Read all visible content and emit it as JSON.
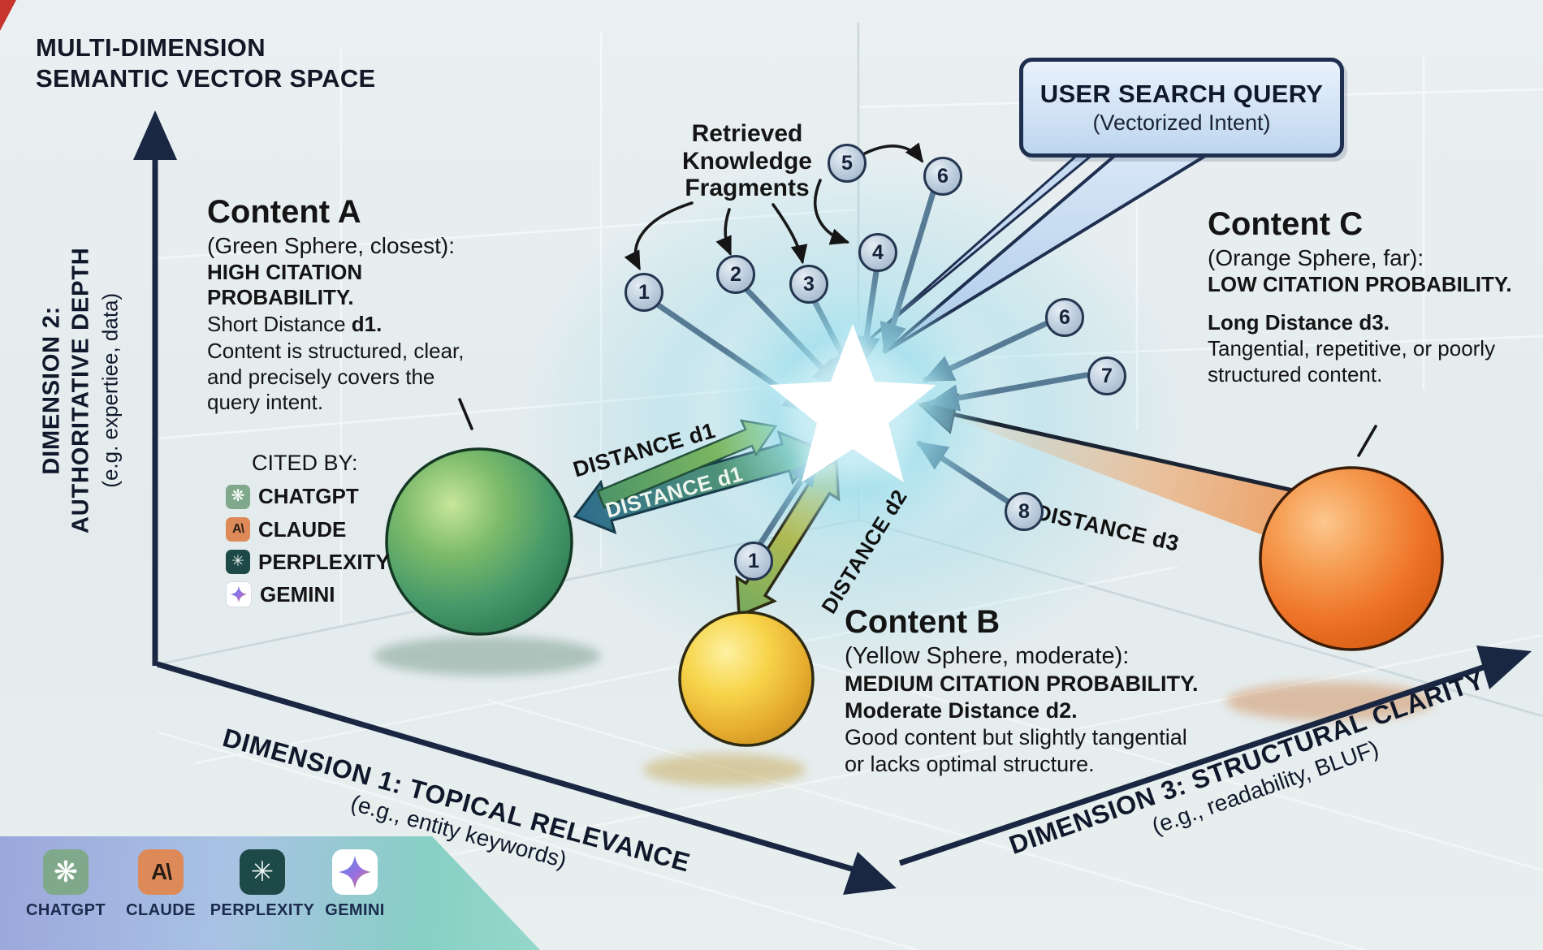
{
  "page": {
    "title_line1": "MULTI-DIMENSION",
    "title_line2": "SEMANTIC VECTOR SPACE"
  },
  "query_callout": {
    "title": "USER SEARCH QUERY",
    "subtitle": "(Vectorized Intent)"
  },
  "fragments": {
    "heading_line1": "Retrieved",
    "heading_line2": "Knowledge",
    "heading_line3": "Fragments",
    "circles": [
      "1",
      "2",
      "3",
      "4",
      "5",
      "6",
      "6",
      "7",
      "8",
      "1"
    ]
  },
  "content_a": {
    "title": "Content A",
    "subtitle": "(Green Sphere, closest):",
    "citation": "HIGH CITATION PROBABILITY.",
    "distance_prefix": "Short Distance ",
    "distance_value": "d1.",
    "body": "Content is structured, clear, and precisely covers the query intent."
  },
  "content_b": {
    "title": "Content B",
    "subtitle": "(Yellow Sphere, moderate):",
    "citation": "MEDIUM CITATION PROBABILITY.",
    "distance": "Moderate Distance d2.",
    "body": "Good content but slightly tangential or lacks optimal structure."
  },
  "content_c": {
    "title": "Content C",
    "subtitle": "(Orange Sphere, far):",
    "citation": "LOW CITATION PROBABILITY.",
    "distance": "Long Distance d3.",
    "body": "Tangential, repetitive, or poorly structured content."
  },
  "cited_by": {
    "heading": "CITED BY:",
    "items": [
      {
        "name": "CHATGPT",
        "glyph": "❋"
      },
      {
        "name": "CLAUDE",
        "glyph": "A\\"
      },
      {
        "name": "PERPLEXITY",
        "glyph": "✳"
      },
      {
        "name": "GEMINI",
        "glyph": "✦"
      }
    ]
  },
  "distances": {
    "d1_label_top": "DISTANCE d1",
    "d1_label_arrow": "DISTANCE d1",
    "d2_label": "DISTANCE d2",
    "d3_label": "DISTANCE d3"
  },
  "axes": {
    "dim1": {
      "label": "DIMENSION 1: TOPICAL RELEVANCE",
      "sublabel": "(e.g., entity keywords)"
    },
    "dim2": {
      "label_line1": "DIMENSION 2:",
      "label_line2": "AUTHORITATIVE DEPTH",
      "sublabel": "(e.g. expertiee, data)"
    },
    "dim3": {
      "label": "DIMENSION 3: STRUCTURAL CLARITY",
      "sublabel": "(e.g., readability, BLUF)"
    }
  },
  "brands": {
    "items": [
      {
        "name": "CHATGPT",
        "glyph": "❋"
      },
      {
        "name": "CLAUDE",
        "glyph": "A\\"
      },
      {
        "name": "PERPLEXITY",
        "glyph": "✳"
      },
      {
        "name": "GEMINI",
        "glyph": "✦"
      }
    ]
  },
  "colors": {
    "navy_axis": "#1a2742",
    "text_dark": "#141414",
    "background": "#e7edef",
    "callout_fill_top": "#eaf2fc",
    "callout_fill_bottom": "#bed6ef",
    "callout_border": "#1f2f50",
    "circle_fill": "#bfcfdf",
    "circle_border": "#253650",
    "arrow_steel": "#577b95",
    "sphere_green": "#4f9e67",
    "sphere_yellow": "#f2cc3f",
    "sphere_orange": "#ee7227",
    "arrow_green": "#6fae5b",
    "arrow_teal": "#2e6e8e",
    "arrow_yellow": "#ecc94b",
    "band_orange": "#f08c3c",
    "glow_cyan": "#8ad6e8",
    "brand_chatgpt_bg": "#7fa98a",
    "brand_claude_bg": "#dd8a58",
    "brand_perplexity_bg": "#1d4948",
    "brand_gemini_bg": "#ffffff",
    "footer_gradient_left": "#9ba7dc",
    "footer_gradient_mid": "#a9c2e4",
    "footer_gradient_right": "#87cfc5",
    "corner_red": "#c8342e"
  }
}
